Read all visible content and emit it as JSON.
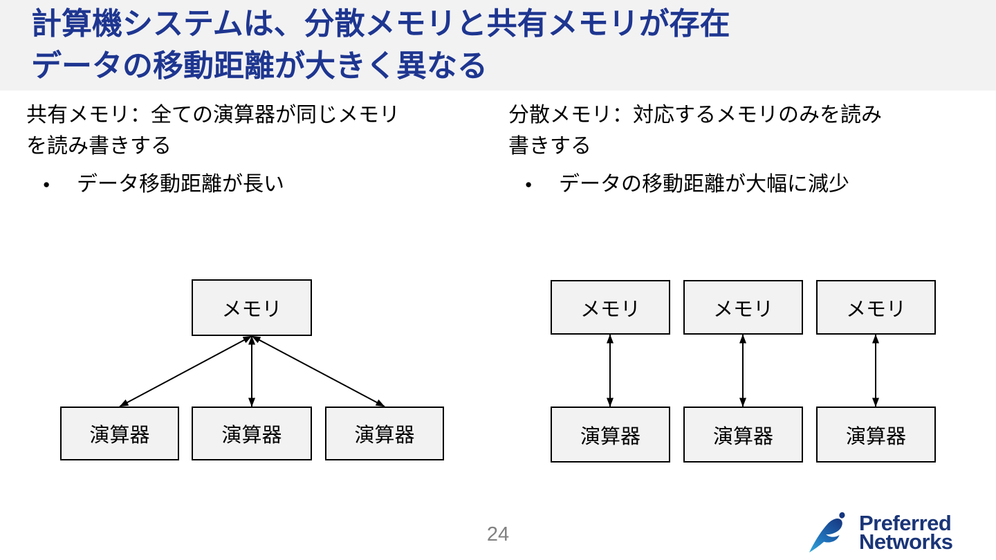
{
  "slide": {
    "title": {
      "line1": "計算機システムは、分散メモリと共有メモリが存在",
      "line2": "データの移動距離が大きく異なる"
    },
    "shared_memory_section": {
      "description_line1": "共有メモリ：全ての演算器が同じメモリ",
      "description_line2": "を読み書きする",
      "bullet_marker": "●",
      "bullet_text": "データ移動距離が長い"
    },
    "distributed_memory_section": {
      "description_line1": "分散メモリ：対応するメモリのみを読み",
      "description_line2": "書きする",
      "bullet_marker": "●",
      "bullet_text": "データの移動距離が大幅に減少"
    },
    "shared_memory_diagram": {
      "memory_label": "メモリ",
      "processor_labels": [
        "演算器",
        "演算器",
        "演算器"
      ]
    },
    "distributed_memory_diagram": {
      "memory_labels": [
        "メモリ",
        "メモリ",
        "メモリ"
      ],
      "processor_labels": [
        "演算器",
        "演算器",
        "演算器"
      ]
    },
    "footer": {
      "page_number": "24",
      "logo_line1": "Preferred",
      "logo_line2": "Networks"
    },
    "colors": {
      "title_text": "#1e3690",
      "header_background": "#f2f2f3",
      "box_fill": "#f2f2f2",
      "box_border": "#000000",
      "body_text": "#000000",
      "page_number": "#818181",
      "logo_text": "#1a3577",
      "logo_gradient_start": "#35b0dd",
      "logo_gradient_end": "#16357e"
    }
  }
}
